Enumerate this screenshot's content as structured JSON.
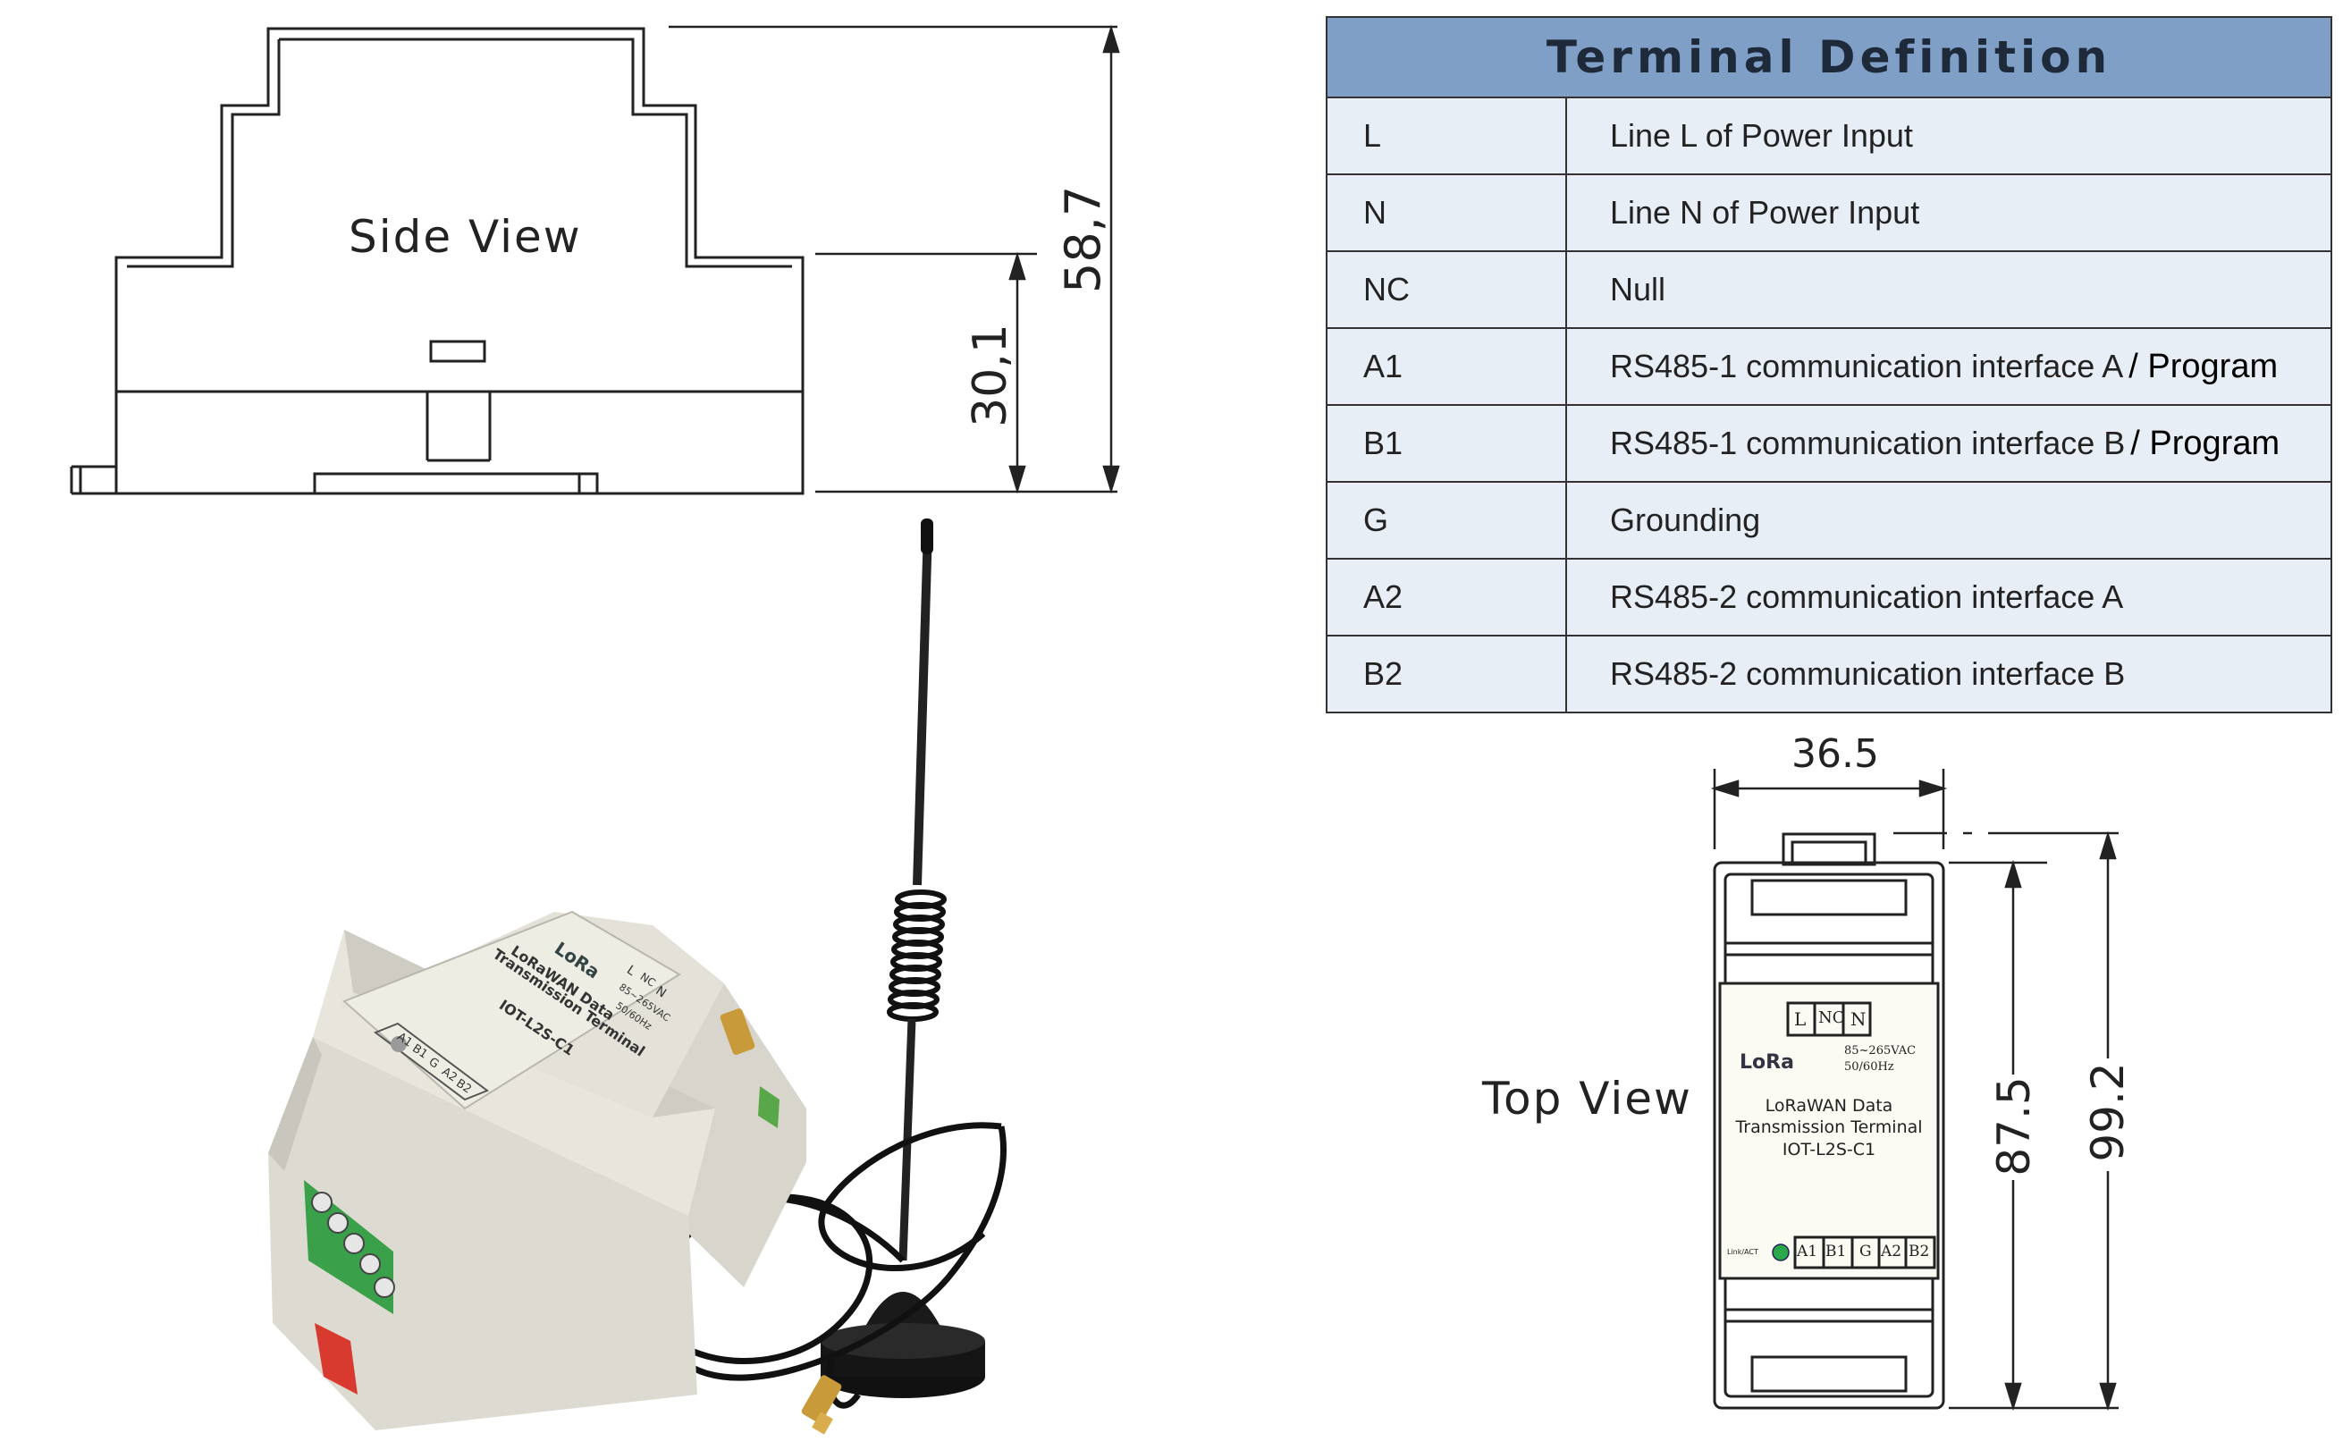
{
  "side_view": {
    "title": "Side View",
    "dim_total": "58,7",
    "dim_partial": "30,1"
  },
  "top_view": {
    "title": "Top View",
    "dim_width": "36.5",
    "dim_inner": "87.5",
    "dim_total": "99.2",
    "device": {
      "terminals_top": [
        "L",
        "NC",
        "N"
      ],
      "voltage": "85~265VAC",
      "frequency": "50/60Hz",
      "logo": "LoRa",
      "line1": "LoRaWAN Data",
      "line2": "Transmission Terminal",
      "model": "IOT-L2S-C1",
      "link_label": "Link/ACT",
      "terminals_bottom": [
        "A1",
        "B1",
        "G",
        "A2",
        "B2"
      ]
    }
  },
  "terminal_table": {
    "title": "Terminal Definition",
    "rows": [
      {
        "code": "L",
        "desc": "Line L of Power Input",
        "suffix": ""
      },
      {
        "code": "N",
        "desc": "Line N of Power Input",
        "suffix": ""
      },
      {
        "code": "NC",
        "desc": "Null",
        "suffix": ""
      },
      {
        "code": "A1",
        "desc": "RS485-1 communication interface A",
        "suffix": "/ Program"
      },
      {
        "code": "B1",
        "desc": "RS485-1 communication interface B",
        "suffix": "/ Program"
      },
      {
        "code": "G",
        "desc": "Grounding",
        "suffix": ""
      },
      {
        "code": "A2",
        "desc": "RS485-2 communication interface A",
        "suffix": ""
      },
      {
        "code": "B2",
        "desc": "RS485-2 communication interface B",
        "suffix": ""
      }
    ]
  },
  "photo": {
    "logo": "LoRa",
    "line1": "LoRaWAN Data",
    "line2": "Transmission Terminal",
    "model": "IOT-L2S-C1",
    "terminals_top": [
      "L",
      "NC",
      "N"
    ],
    "terminals_bottom": [
      "A1",
      "B1",
      "G",
      "A2",
      "B2"
    ],
    "voltage": "85~265VAC",
    "frequency": "50/60Hz"
  }
}
